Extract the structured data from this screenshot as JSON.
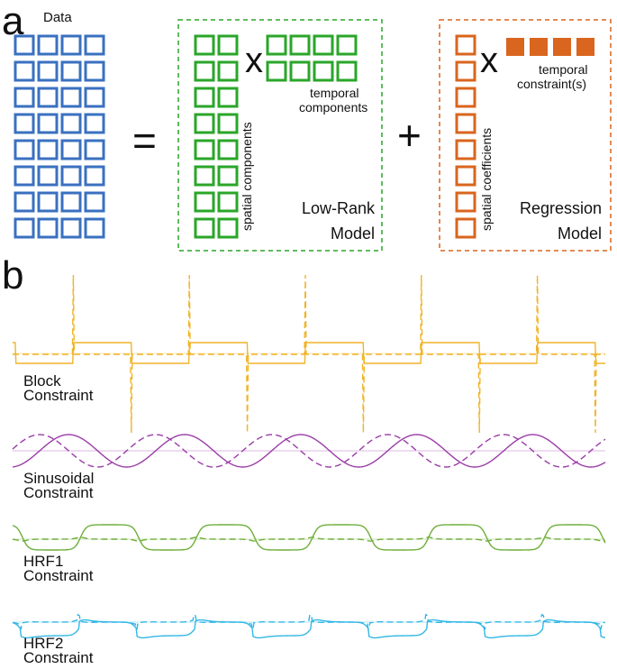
{
  "panel_a": {
    "letter": "a",
    "data_label": "Data",
    "equals": "=",
    "plus": "+",
    "times": "x",
    "low_rank": {
      "spatial_label": "spatial components",
      "temporal_label_1": "temporal",
      "temporal_label_2": "components",
      "model_line_1": "Low-Rank",
      "model_line_2": "Model",
      "border_color": "#2aa629",
      "square_color": "#2aa629"
    },
    "regression": {
      "spatial_label": "spatial coefficients",
      "temporal_label_1": "temporal",
      "temporal_label_2": "constraint(s)",
      "model_line_1": "Regression",
      "model_line_2": "Model",
      "border_color": "#d9651e",
      "square_color": "#d9651e"
    },
    "data_square_color": "#3a70c0"
  },
  "panel_b": {
    "letter": "b",
    "constraints": [
      {
        "line1": "Block",
        "line2": "Constraint",
        "color": "#f0b429",
        "kind": "block"
      },
      {
        "line1": "Sinusoidal",
        "line2": "Constraint",
        "color": "#9b3ca8",
        "kind": "sine"
      },
      {
        "line1": "HRF1",
        "line2": "Constraint",
        "color": "#6fae3a",
        "kind": "hrf1"
      },
      {
        "line1": "HRF2",
        "line2": "Constraint",
        "color": "#33b7e6",
        "kind": "hrf2"
      }
    ]
  }
}
